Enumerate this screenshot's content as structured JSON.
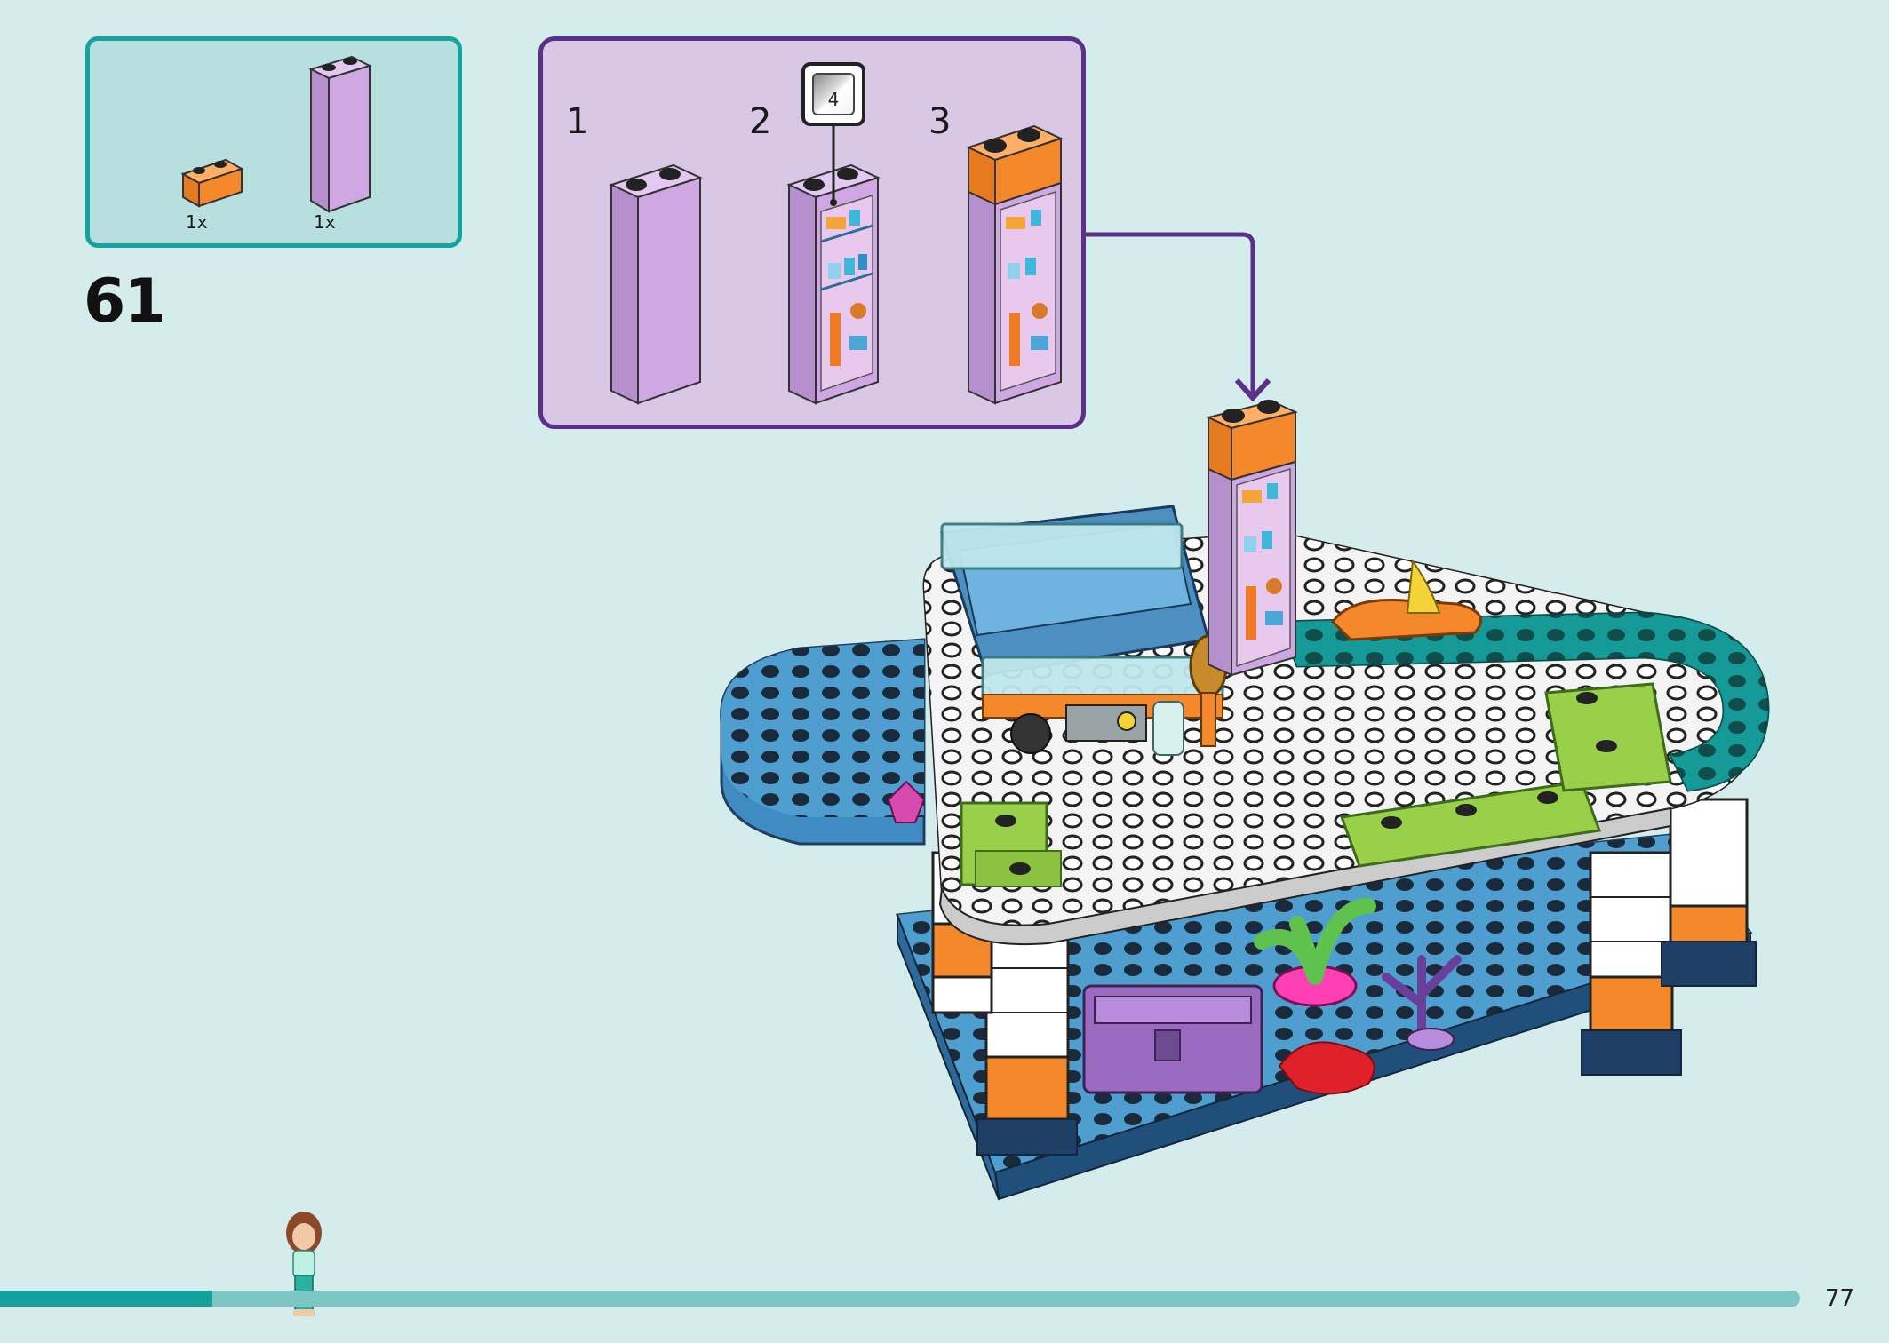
{
  "step": {
    "number": "61"
  },
  "parts_list": [
    {
      "quantity": "1x",
      "color": "#f4882a",
      "name": "1x2 brick"
    },
    {
      "quantity": "1x",
      "color": "#cfa8e3",
      "name": "1x2x5 brick"
    }
  ],
  "sub_assembly": {
    "steps": [
      {
        "label": "1"
      },
      {
        "label": "2"
      },
      {
        "label": "3"
      }
    ],
    "sticker_number": "4"
  },
  "progress": {
    "fraction": 0.118
  },
  "page": {
    "number": "77"
  },
  "colors": {
    "teal": "#14a3a0",
    "purple_frame": "#5c2f8a",
    "lavender": "#cfa8e3",
    "orange": "#f4882a",
    "lime": "#98d04a",
    "blue_plate": "#4e9fcf"
  }
}
